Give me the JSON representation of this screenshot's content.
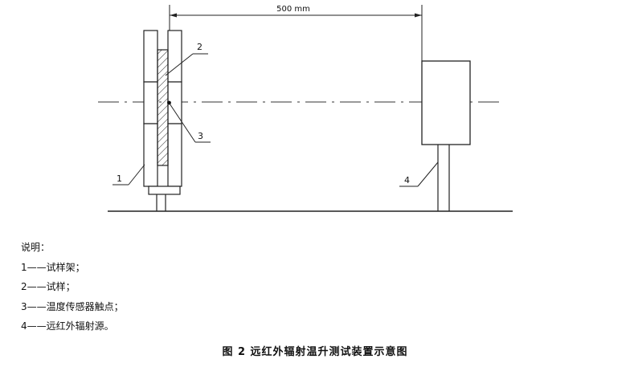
{
  "diagram": {
    "dimension": "500 mm",
    "callouts": [
      "1",
      "2",
      "3",
      "4"
    ]
  },
  "legend": {
    "heading": "说明：",
    "items": [
      "1——试样架；",
      "2——试样；",
      "3——温度传感器触点；",
      "4——远红外辐射源。"
    ]
  },
  "caption": "图 2    远红外辐射温升测试装置示意图"
}
